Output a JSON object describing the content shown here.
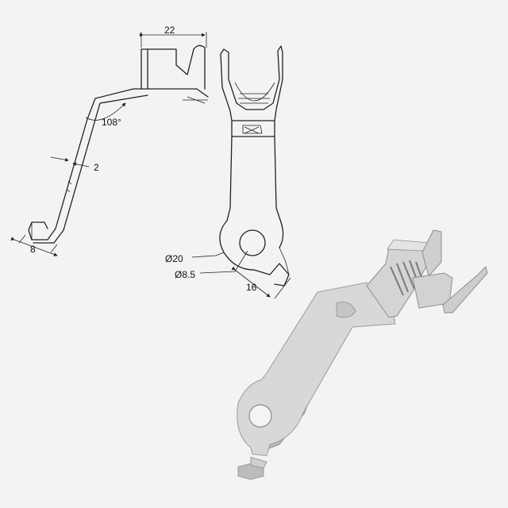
{
  "dimensions": {
    "width_top": "22",
    "bend_angle": "108°",
    "thickness": "2",
    "foot_width": "8",
    "outer_diameter": "Ø20",
    "hole_diameter": "Ø8.5",
    "tab_width": "16"
  }
}
